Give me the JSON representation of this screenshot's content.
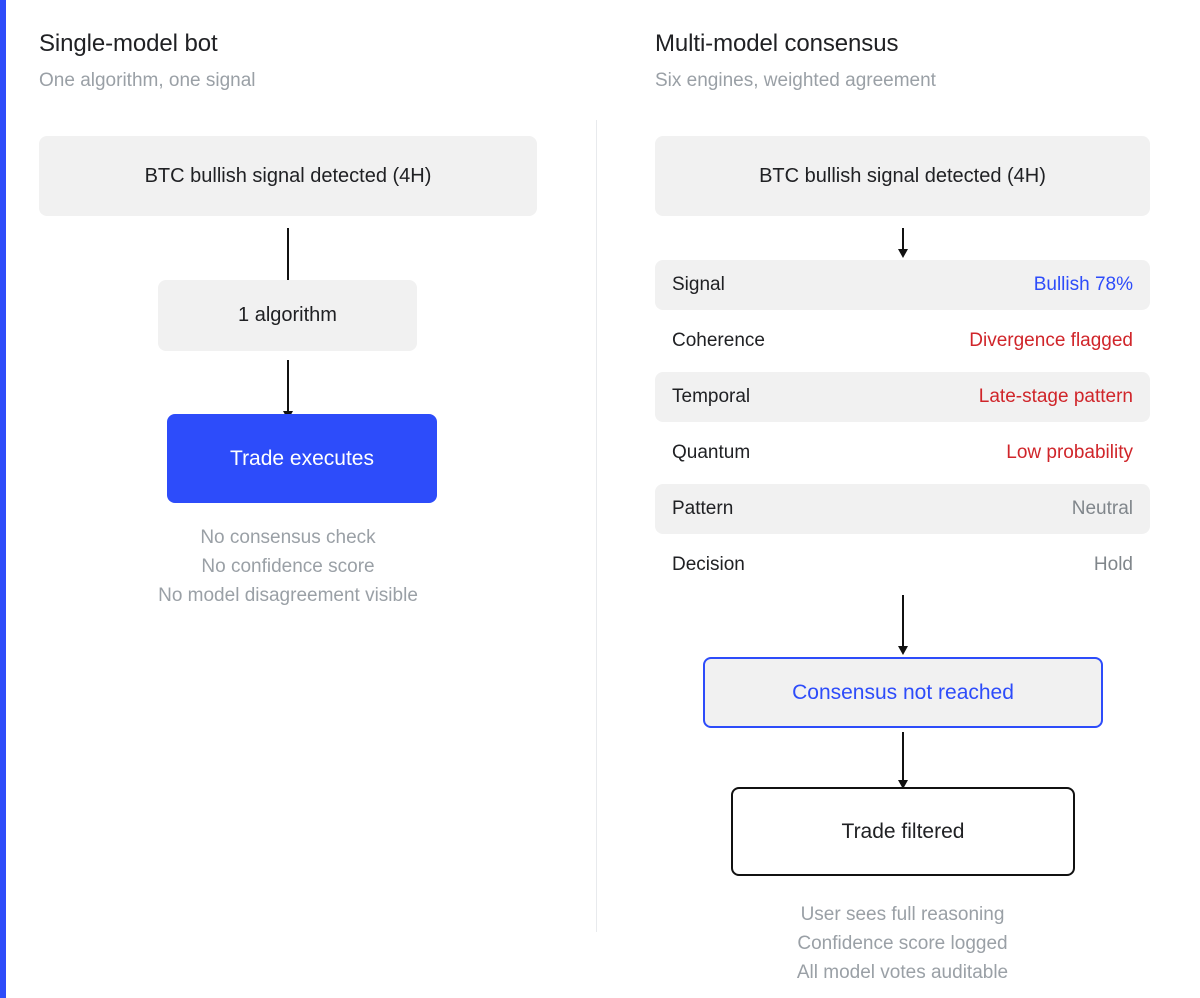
{
  "accent_color": "#2d4cfa",
  "danger_color": "#d0252a",
  "muted_color": "#9aa0a6",
  "surface_color": "#f1f1f1",
  "left": {
    "title": "Single-model bot",
    "subtitle": "One algorithm, one signal",
    "banner": "BTC bullish signal detected (4H)",
    "stage": "1 algorithm",
    "outcome": "Trade executes",
    "footnotes": [
      "No consensus check",
      "No confidence score",
      "No model disagreement visible"
    ]
  },
  "right": {
    "title": "Multi-model consensus",
    "subtitle": "Six engines, weighted agreement",
    "banner": "BTC bullish signal detected (4H)",
    "rows": [
      {
        "label": "Signal",
        "value": "Bullish 78%",
        "tone": "blue",
        "shaded": true
      },
      {
        "label": "Coherence",
        "value": "Divergence flagged",
        "tone": "red",
        "shaded": false
      },
      {
        "label": "Temporal",
        "value": "Late-stage pattern",
        "tone": "red",
        "shaded": true
      },
      {
        "label": "Quantum",
        "value": "Low probability",
        "tone": "red",
        "shaded": false
      },
      {
        "label": "Pattern",
        "value": "Neutral",
        "tone": "grey",
        "shaded": true
      },
      {
        "label": "Decision",
        "value": "Hold",
        "tone": "grey",
        "shaded": false
      }
    ],
    "verdict": "Consensus not reached",
    "outcome": "Trade filtered",
    "footnotes": [
      "User sees full reasoning",
      "Confidence score logged",
      "All model votes auditable"
    ]
  }
}
